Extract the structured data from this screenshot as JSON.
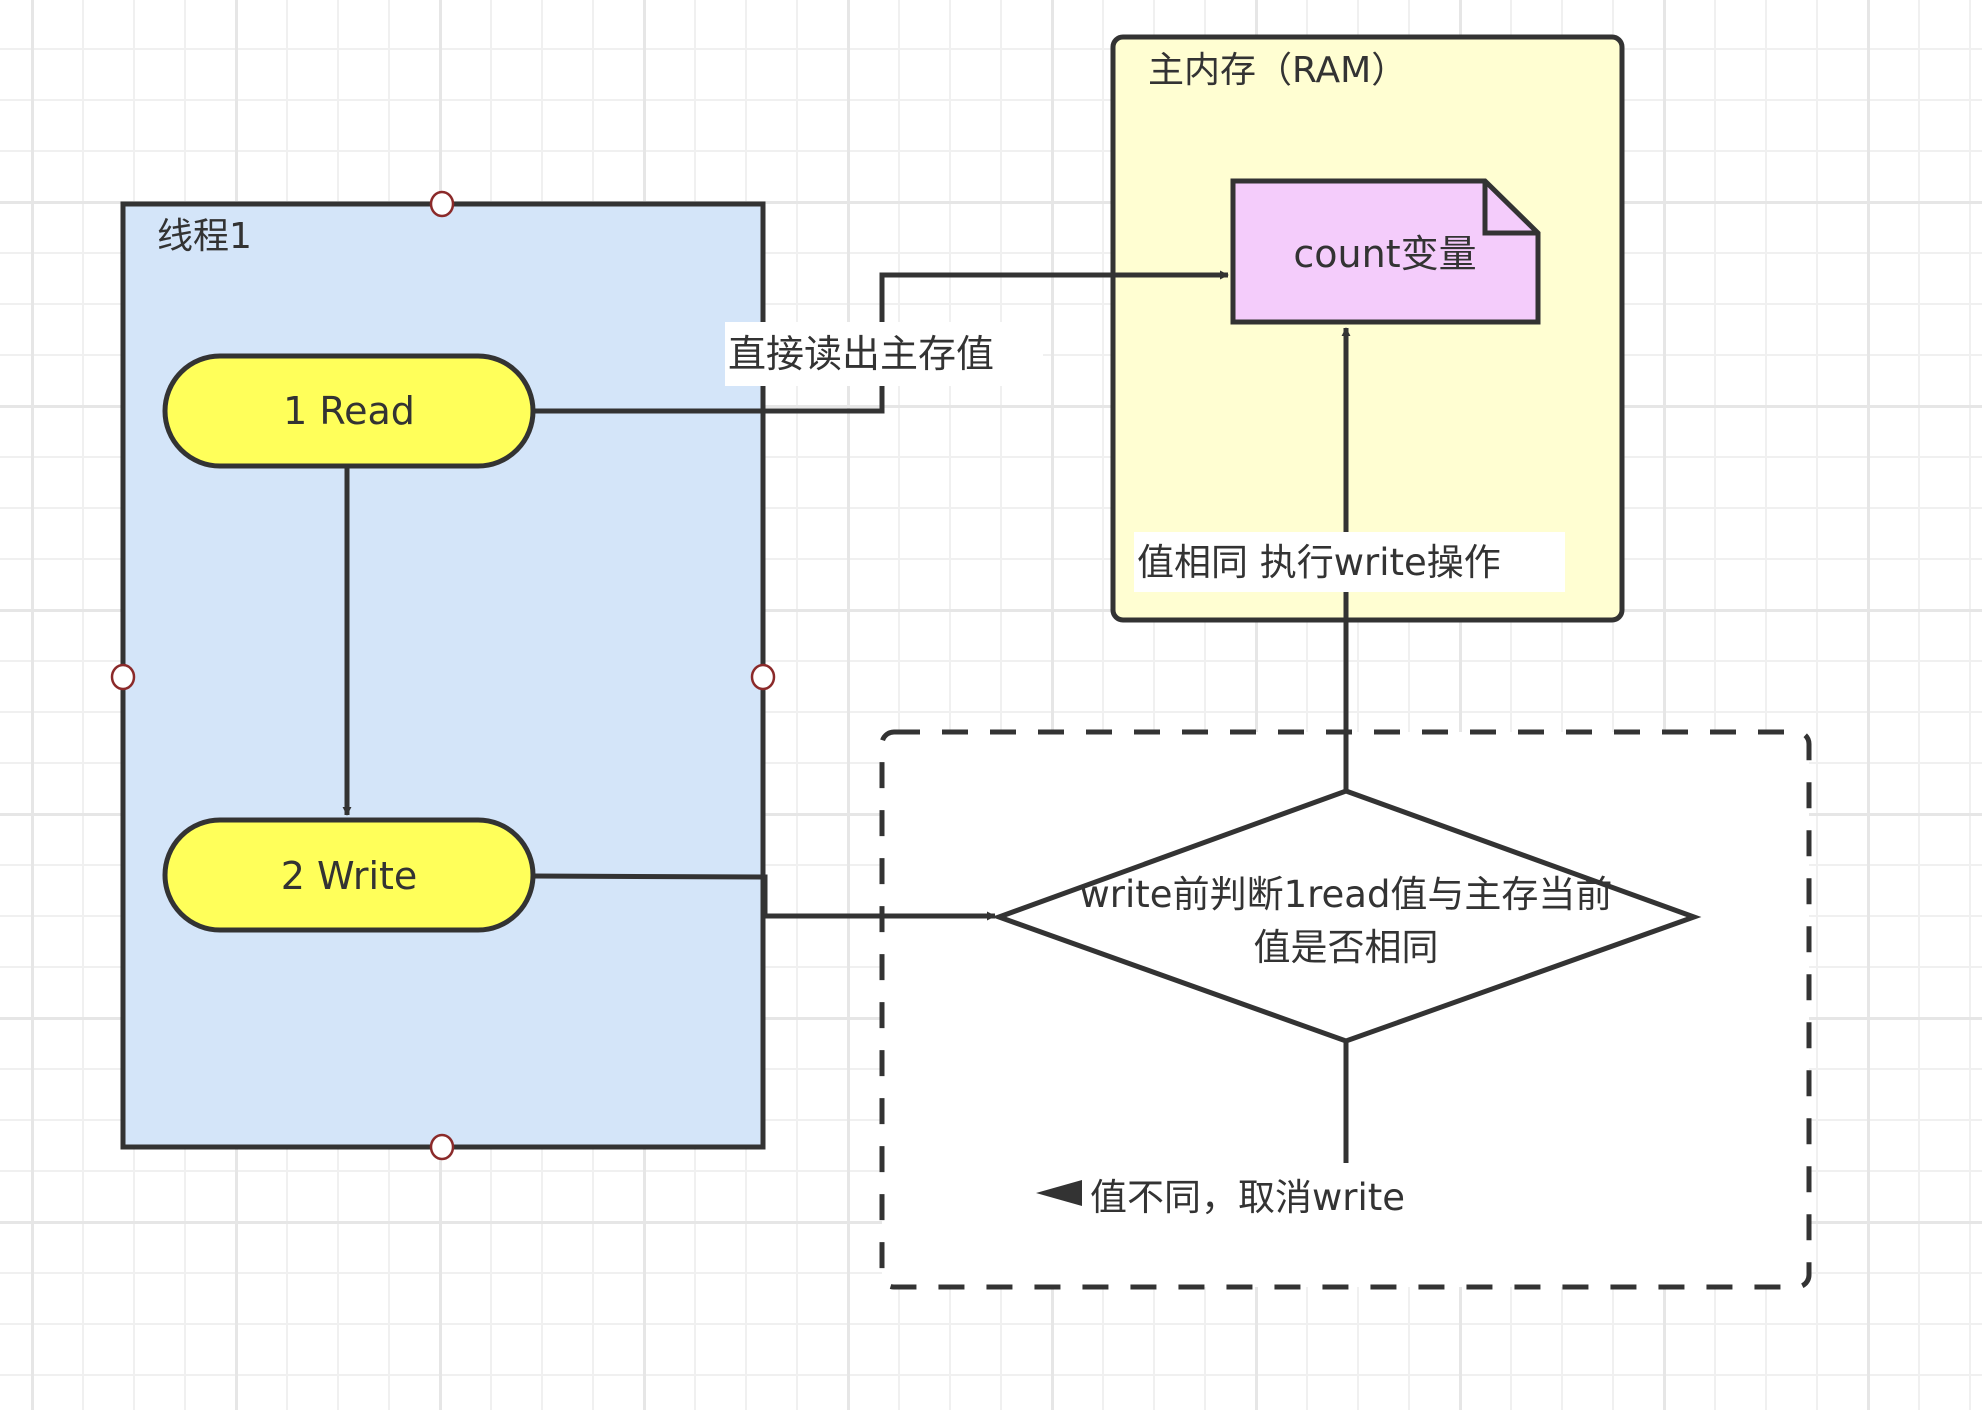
{
  "diagram": {
    "thread_container": {
      "title": "线程1",
      "fill": "#D4E5F9",
      "selected": true
    },
    "read_node": {
      "label": "1 Read",
      "fill": "#FFFF5A"
    },
    "write_node": {
      "label": "2 Write",
      "fill": "#FFFF5A"
    },
    "ram_container": {
      "title": "主内存（RAM）",
      "fill": "#FFFED2"
    },
    "count_variable": {
      "label": "count变量",
      "fill": "#F4CCFB"
    },
    "decision_group": {
      "style": "dashed"
    },
    "decision_node": {
      "line1": "write前判断1read值与主存当前",
      "line2": "值是否相同"
    },
    "edges": {
      "read_to_memory_label": "直接读出主存值",
      "same_value_label": "值相同 执行write操作",
      "different_value_label": "值不同，取消write"
    },
    "colors": {
      "stroke": "#333333",
      "handle_stroke": "#8B2A2A",
      "grid_major": "#E6E6E6",
      "grid_minor": "#F0F0F0"
    }
  }
}
